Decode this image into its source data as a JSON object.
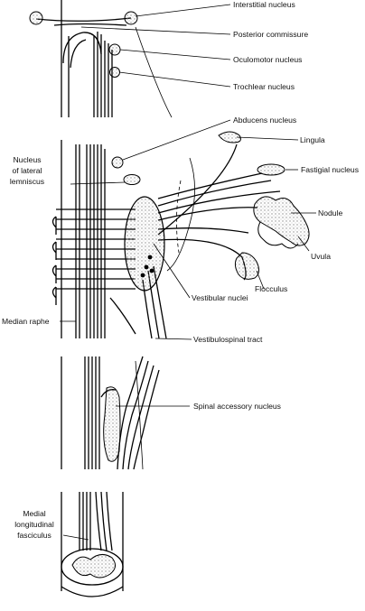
{
  "labels": {
    "interstitial": "Interstitial nucleus",
    "posterior_commissure": "Posterior commissure",
    "oculomotor": "Oculomotor nucleus",
    "trochlear": "Trochlear nucleus",
    "abducens": "Abducens nucleus",
    "lingula": "Lingula",
    "lateral_lemniscus_1": "Nucleus",
    "lateral_lemniscus_2": "of lateral",
    "lateral_lemniscus_3": "lemniscus",
    "fastigial": "Fastigial nucleus",
    "nodule": "Nodule",
    "uvula": "Uvula",
    "flocculus": "Flocculus",
    "vestibular": "Vestibular nuclei",
    "median_raphe": "Median raphe",
    "vestibulospinal": "Vestibulospinal tract",
    "spinal_accessory": "Spinal accessory nucleus",
    "mlf_1": "Medial",
    "mlf_2": "longitudinal",
    "mlf_3": "fasciculus"
  },
  "colors": {
    "ink": "#000000",
    "stipple": "#9a9a9a",
    "background": "#ffffff"
  }
}
